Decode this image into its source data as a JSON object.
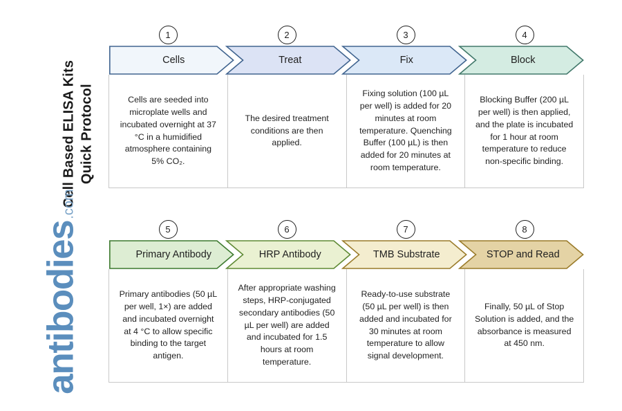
{
  "page": {
    "title_line_1": "Cell Based ELISA Kits",
    "title_line_2": "Quick Protocol",
    "title": "Cell Based ELISA Kits\nQuick Protocol",
    "background_color": "#ffffff"
  },
  "brand": {
    "name": "antibodies",
    "tld": ".com",
    "color": "#5b8ebd"
  },
  "rows": [
    {
      "id": "row-1",
      "steps": [
        {
          "number": "1",
          "label": "Cells",
          "description": "Cells are seeded into microplate wells and incubated overnight at 37 °C in a humidified atmosphere containing 5% CO₂.",
          "fill": "#f1f6fb",
          "stroke": "#40648f"
        },
        {
          "number": "2",
          "label": "Treat",
          "description": "The desired treatment conditions are then applied.",
          "fill": "#dce3f5",
          "stroke": "#40648f"
        },
        {
          "number": "3",
          "label": "Fix",
          "description": "Fixing solution (100 µL per well) is added for 20 minutes at room temperature. Quenching Buffer (100 µL) is then added for 20 minutes at room temperature.",
          "fill": "#dbe8f7",
          "stroke": "#40648f"
        },
        {
          "number": "4",
          "label": "Block",
          "description": "Blocking Buffer (200 µL per well) is then applied, and the plate is incubated for 1 hour at room temperature to reduce non-specific binding.",
          "fill": "#d4ece2",
          "stroke": "#41786a"
        }
      ]
    },
    {
      "id": "row-2",
      "steps": [
        {
          "number": "5",
          "label": "Primary Antibody",
          "description": "Primary antibodies (50 µL per well, 1×) are added and incubated overnight at 4 °C to allow specific binding to the target antigen.",
          "fill": "#ddedd3",
          "stroke": "#3d7a2f"
        },
        {
          "number": "6",
          "label": "HRP Antibody",
          "description": "After appropriate washing steps, HRP-conjugated secondary antibodies (50 µL per well) are added and incubated for 1.5 hours at room temperature.",
          "fill": "#eaf1d2",
          "stroke": "#5f8a34"
        },
        {
          "number": "7",
          "label": "TMB Substrate",
          "description": "Ready-to-use substrate (50 µL per well) is then added and incubated for 30 minutes at room temperature to allow signal development.",
          "fill": "#f4edcf",
          "stroke": "#9a7b2a"
        },
        {
          "number": "8",
          "label": "STOP and Read",
          "description": "Finally, 50 µL of Stop Solution is added, and the absorbance is measured at 450 nm.",
          "fill": "#e4d3a5",
          "stroke": "#9a7b2a"
        }
      ]
    }
  ]
}
